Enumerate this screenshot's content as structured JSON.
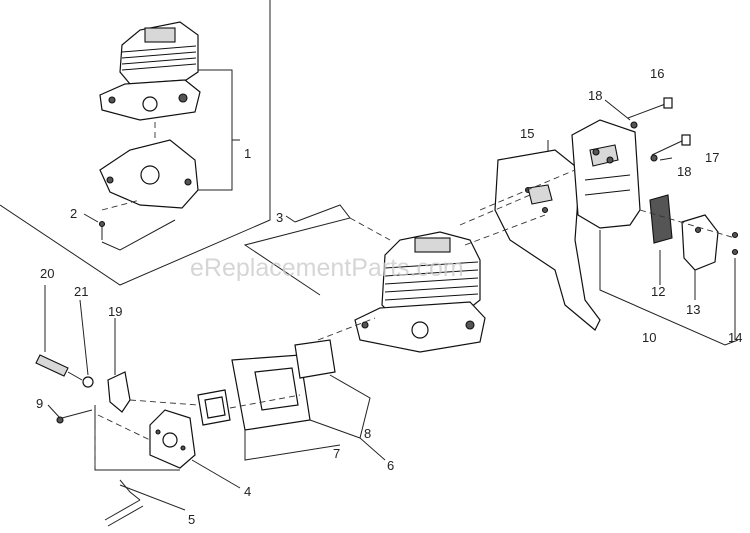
{
  "watermark": "eReplacementParts.com",
  "labels": {
    "l1": "1",
    "l2": "2",
    "l3": "3",
    "l4": "4",
    "l5": "5",
    "l6": "6",
    "l7": "7",
    "l8": "8",
    "l9": "9",
    "l10": "10",
    "l12": "12",
    "l13": "13",
    "l14": "14",
    "l15": "15",
    "l16": "16",
    "l17": "17",
    "l18a": "18",
    "l18b": "18",
    "l19": "19",
    "l20": "20",
    "l21": "21"
  }
}
